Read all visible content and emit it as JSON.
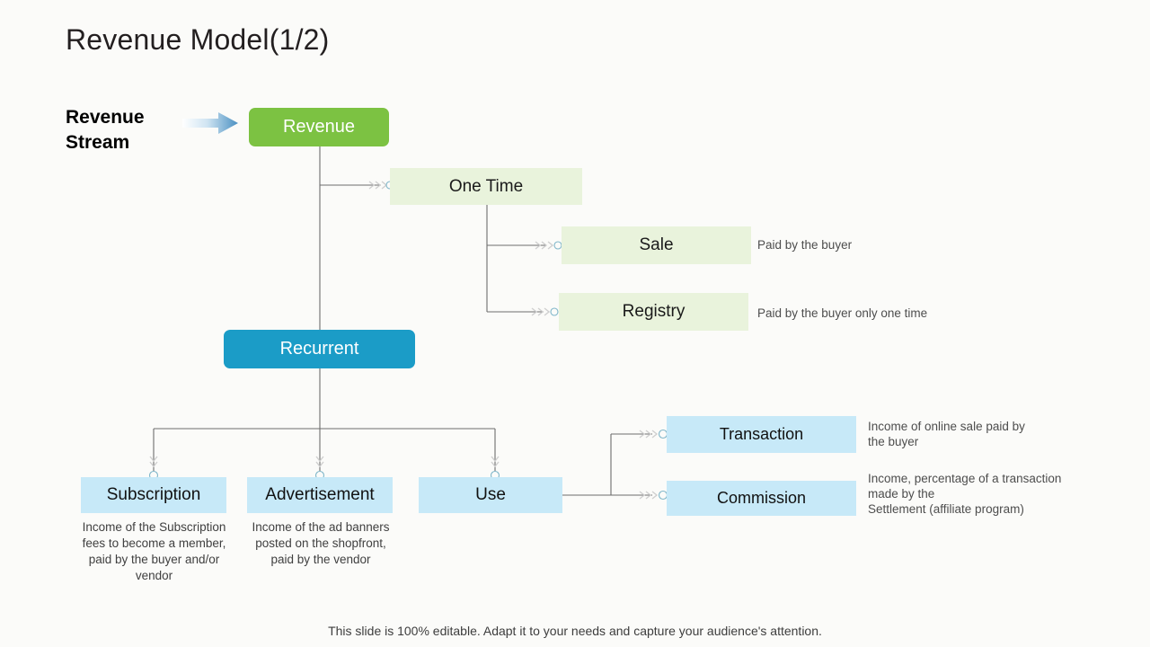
{
  "slide": {
    "title": "Revenue Model(1/2)",
    "stream_label": "Revenue\nStream",
    "footer": "This slide is 100% editable. Adapt it to your needs and capture your audience's attention."
  },
  "colors": {
    "background": "#fbfbf9",
    "revenue_green": "#7cc242",
    "recurrent_blue": "#1b9cc7",
    "light_green": "#e9f3dc",
    "light_blue": "#c7e9f8",
    "arrow_blue": "#4a90c2",
    "connector_gray": "#6d6d6d",
    "note_text": "#4d4d4d"
  },
  "nodes": {
    "revenue": "Revenue",
    "one_time": "One Time",
    "sale": "Sale",
    "registry": "Registry",
    "recurrent": "Recurrent",
    "subscription": "Subscription",
    "advertisement": "Advertisement",
    "use": "Use",
    "transaction": "Transaction",
    "commission": "Commission"
  },
  "notes": {
    "sale": "Paid by the buyer",
    "registry": "Paid by the buyer only one time",
    "transaction": "Income of online sale paid by\nthe buyer",
    "commission": "Income, percentage of a transaction made by the\nSettlement (affiliate program)"
  },
  "descriptions": {
    "subscription": "Income of the Subscription fees to become a member, paid by the buyer and/or vendor",
    "advertisement": "Income of the ad banners posted on the shopfront, paid by the vendor"
  }
}
